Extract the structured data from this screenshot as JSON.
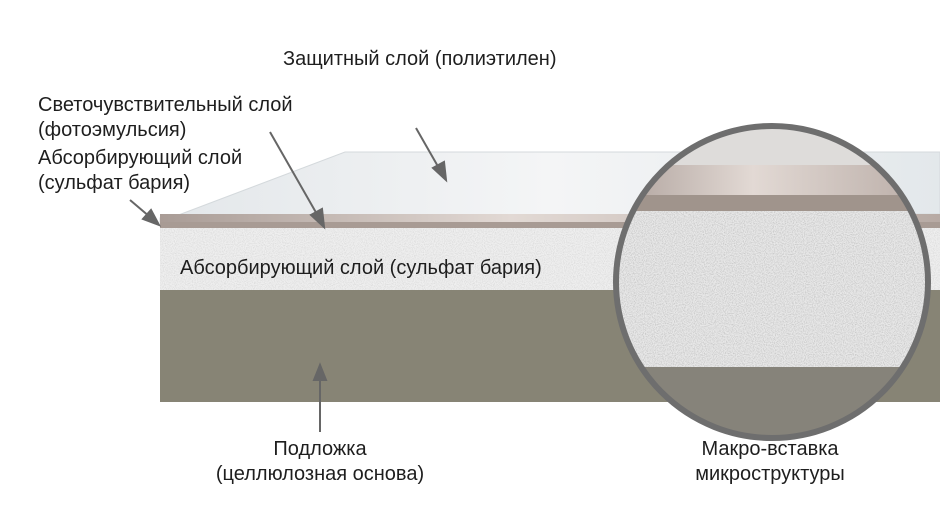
{
  "labels": {
    "protective_layer": "Защитный слой (полиэтилен)",
    "photosensitive_layer_1": "Светочувствительный слой",
    "photosensitive_layer_2": "(фотоэмульсия)",
    "absorbing_top_1": "Абсорбирующий слой",
    "absorbing_top_2": "(сульфат бария)",
    "absorbing_main": "Абсорбирующий слой (сульфат бария)",
    "substrate_1": "Подложка",
    "substrate_2": "(целлюлозная основа)",
    "macro_1": "Макро-вставка",
    "macro_2": "микроструктуры"
  },
  "colors": {
    "protective": "#e6eaec",
    "emulsion": "#b8aba6",
    "barium": "#f0f0f0",
    "substrate": "#8a8779",
    "circle_border": "#6e6e6e"
  }
}
